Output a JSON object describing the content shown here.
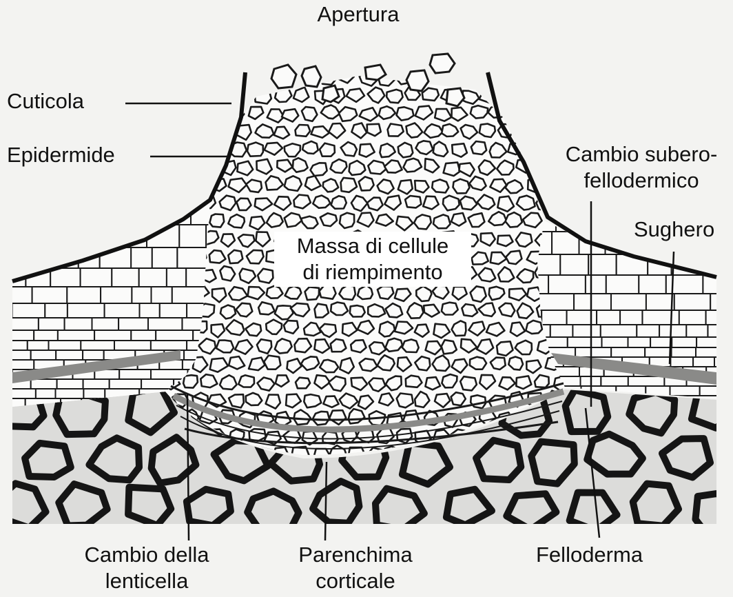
{
  "labels": {
    "apertura": "Apertura",
    "cuticola": "Cuticola",
    "epidermide": "Epidermide",
    "cambio_sub_1": "Cambio subero-",
    "cambio_sub_2": "fellodermico",
    "sughero": "Sughero",
    "massa_1": "Massa di cellule",
    "massa_2": "di riempimento",
    "cambio_lent_1": "Cambio della",
    "cambio_lent_2": "lenticella",
    "parenchima_1": "Parenchima",
    "parenchima_2": "corticale",
    "felloderma": "Felloderma"
  },
  "colors": {
    "background": "#f3f3f1",
    "cell_fill": "#fbfbfa",
    "cell_wall": "#1a1a1a",
    "parenchyma_fill": "#dcdcda",
    "parenchyma_wall": "#151515",
    "phellogen_band": "#8a8a88"
  }
}
